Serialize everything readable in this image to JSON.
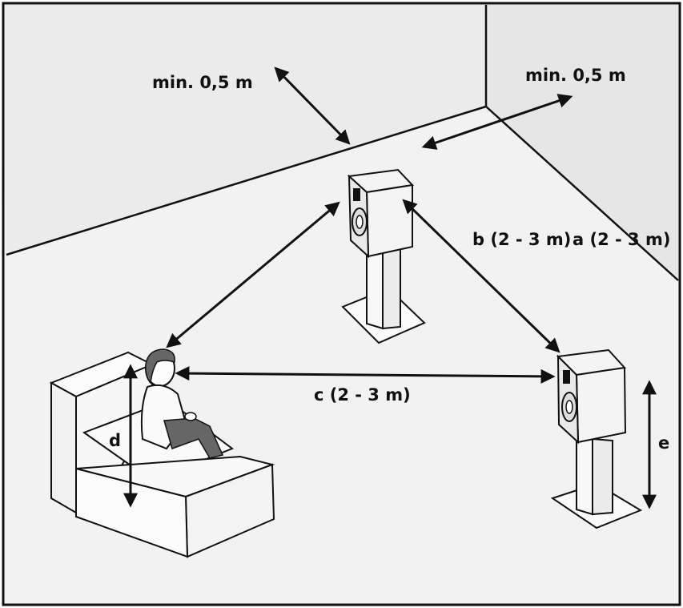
{
  "labels": {
    "min_left": "min. 0,5 m",
    "min_right": "min. 0,5 m",
    "b": "b (2 - 3 m)",
    "a": "a (2 - 3 m)",
    "c": "c (2 - 3 m)",
    "d": "d",
    "e": "e"
  },
  "colors": {
    "floor": "#f2f2f2",
    "wall": "#ececec",
    "line": "#111111",
    "speaker_face": "#e9e9e9",
    "sofa": "#f7f7f7"
  },
  "icons": [
    "speaker-icon",
    "sofa-icon",
    "listener-icon",
    "double-arrow-icon"
  ]
}
